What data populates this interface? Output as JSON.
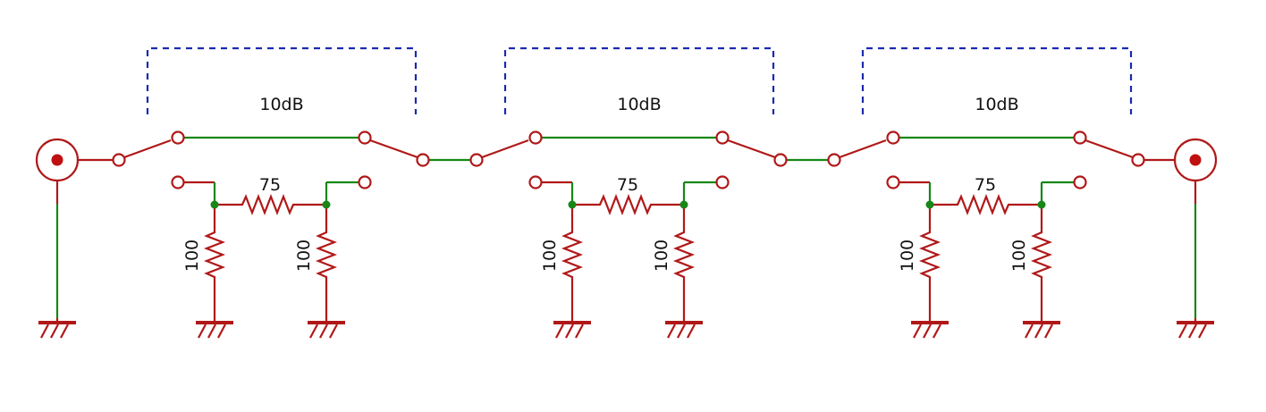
{
  "stages": [
    {
      "label": "10dB",
      "series_resistor": "75",
      "shunt_left": "100",
      "shunt_right": "100"
    },
    {
      "label": "10dB",
      "series_resistor": "75",
      "shunt_left": "100",
      "shunt_right": "100"
    },
    {
      "label": "10dB",
      "series_resistor": "75",
      "shunt_left": "100",
      "shunt_right": "100"
    }
  ],
  "colors": {
    "wire_red": "#b01818",
    "wire_green": "#178717",
    "dashed_box": "#1a2ab0",
    "connector": "#c01010"
  },
  "icons": [
    "bnc-connector-icon",
    "ground-icon",
    "resistor-icon",
    "switch-contact-icon"
  ]
}
